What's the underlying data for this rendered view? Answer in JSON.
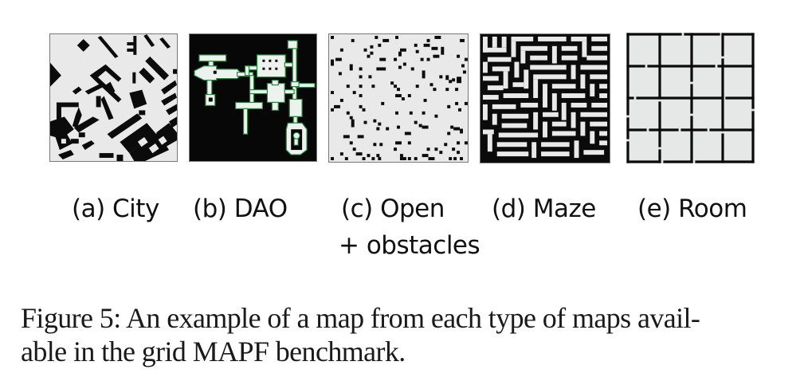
{
  "figure": {
    "panels": [
      {
        "id": "a",
        "label": "(a)  City",
        "icon": "city-map",
        "bg": "#e8e9e8",
        "fg": "#0b0b0b"
      },
      {
        "id": "b",
        "label": "(b) DAO",
        "icon": "dao-map",
        "bg": "#070707",
        "fg": "#eef2ee",
        "accent": "#1f8a3a"
      },
      {
        "id": "c",
        "label": "(c) Open",
        "label_line2": "+ obstacles",
        "icon": "open-obstacles-map",
        "bg": "#e8e9e8",
        "fg": "#0b0b0b"
      },
      {
        "id": "d",
        "label": "(d) Maze",
        "icon": "maze-map",
        "bg": "#e8e9e8",
        "fg": "#0b0b0b"
      },
      {
        "id": "e",
        "label": "(e) Room",
        "icon": "room-map",
        "bg": "#e6e7e7",
        "fg": "#0b0b0b"
      }
    ],
    "caption": {
      "line1": "Figure 5: An example of a map from each type of maps avail-",
      "line2": "able in the grid MAPF benchmark."
    }
  }
}
